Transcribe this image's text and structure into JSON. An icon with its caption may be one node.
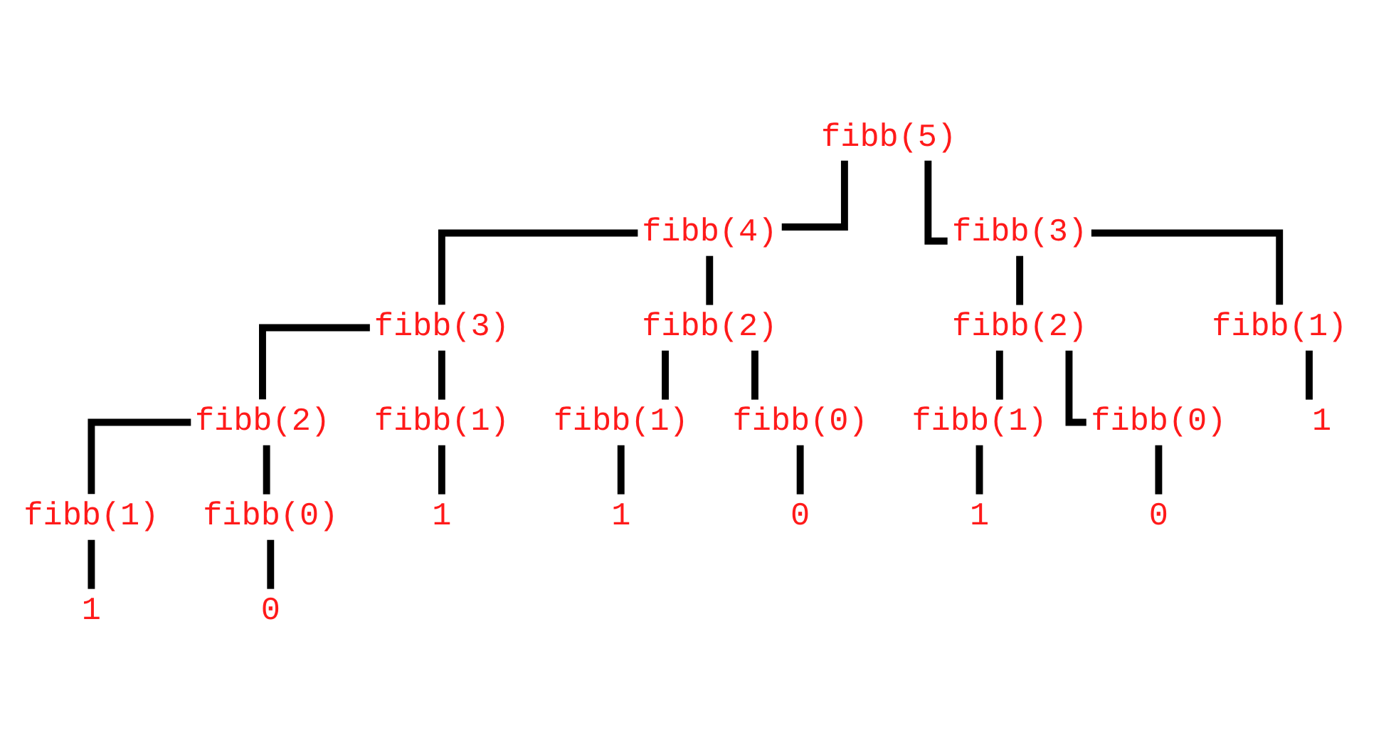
{
  "diagram": {
    "nodes": [
      {
        "text": [
          "fibb(5)"
        ]
      },
      {
        "text": [
          "fibb(4)"
        ]
      },
      {
        "text": [
          "fibb(3)"
        ]
      },
      {
        "text": [
          "fibb(3)"
        ]
      },
      {
        "text": [
          "fibb(2)"
        ]
      },
      {
        "text": [
          "fibb(2)"
        ]
      },
      {
        "text": [
          "fibb(1)"
        ]
      },
      {
        "text": [
          "fibb(2)"
        ]
      },
      {
        "text": [
          "fibb(1)"
        ]
      },
      {
        "text": [
          "fibb(1)"
        ]
      },
      {
        "text": [
          "fibb(0)"
        ]
      },
      {
        "text": [
          "fibb(1)"
        ]
      },
      {
        "text": [
          "fibb(0)"
        ]
      },
      {
        "text": [
          "1"
        ]
      },
      {
        "text": [
          "fibb(1)"
        ]
      },
      {
        "text": [
          "fibb(0)"
        ]
      },
      {
        "text": [
          "1"
        ]
      },
      {
        "text": [
          "1"
        ]
      },
      {
        "text": [
          "0"
        ]
      },
      {
        "text": [
          "1"
        ]
      },
      {
        "text": [
          "0"
        ]
      },
      {
        "text": [
          "1"
        ]
      },
      {
        "text": [
          "0"
        ]
      }
    ],
    "edges": [
      {
        "from": 0,
        "to": 1,
        "arrow": "none"
      },
      {
        "from": 0,
        "to": 2,
        "arrow": "none"
      },
      {
        "from": 1,
        "to": 3,
        "arrow": "none"
      },
      {
        "from": 1,
        "to": 4,
        "arrow": "none"
      },
      {
        "from": 2,
        "to": 5,
        "arrow": "none"
      },
      {
        "from": 2,
        "to": 6,
        "arrow": "none"
      },
      {
        "from": 3,
        "to": 7,
        "arrow": "none"
      },
      {
        "from": 3,
        "to": 8,
        "arrow": "none"
      },
      {
        "from": 4,
        "to": 9,
        "arrow": "none"
      },
      {
        "from": 4,
        "to": 10,
        "arrow": "none"
      },
      {
        "from": 5,
        "to": 11,
        "arrow": "none"
      },
      {
        "from": 5,
        "to": 12,
        "arrow": "none"
      },
      {
        "from": 6,
        "to": 13,
        "arrow": "none"
      },
      {
        "from": 7,
        "to": 14,
        "arrow": "none"
      },
      {
        "from": 7,
        "to": 15,
        "arrow": "none"
      },
      {
        "from": 8,
        "to": 16,
        "arrow": "none"
      },
      {
        "from": 9,
        "to": 17,
        "arrow": "none"
      },
      {
        "from": 10,
        "to": 18,
        "arrow": "none"
      },
      {
        "from": 11,
        "to": 19,
        "arrow": "none"
      },
      {
        "from": 12,
        "to": 20,
        "arrow": "none"
      },
      {
        "from": 14,
        "to": 21,
        "arrow": "none"
      },
      {
        "from": 15,
        "to": 22,
        "arrow": "none"
      }
    ]
  }
}
